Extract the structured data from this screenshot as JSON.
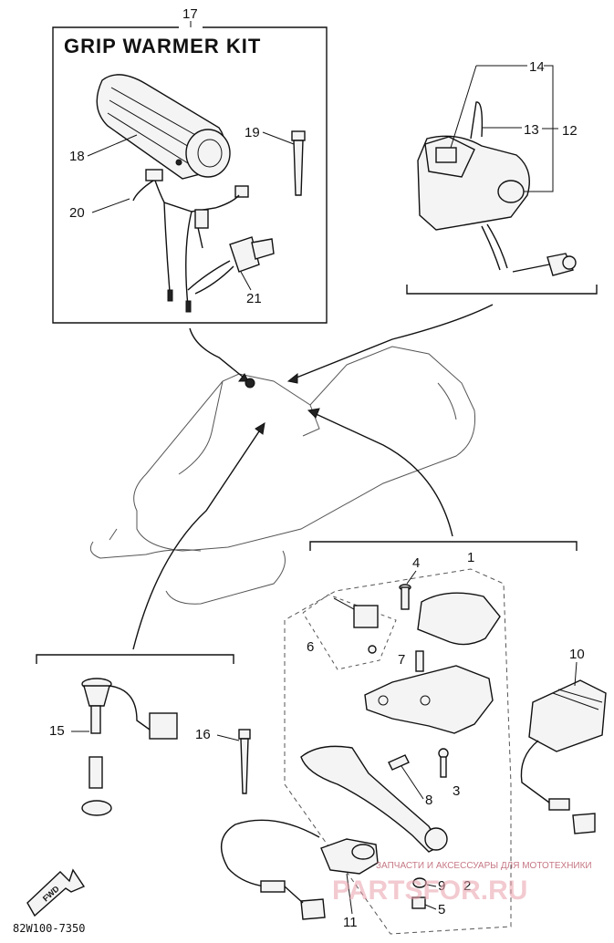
{
  "diagram": {
    "kit_title": "GRIP WARMER KIT",
    "drawing_code": "82W100-7350",
    "fwd_label": "FWD",
    "callouts": {
      "c1": "1",
      "c2": "2",
      "c3": "3",
      "c4": "4",
      "c5": "5",
      "c6": "6",
      "c7": "7",
      "c8": "8",
      "c9": "9",
      "c10": "10",
      "c11": "11",
      "c12": "12",
      "c13": "13",
      "c14": "14",
      "c15": "15",
      "c16": "16",
      "c17": "17",
      "c18": "18",
      "c19": "19",
      "c20": "20",
      "c21": "21"
    },
    "watermark": {
      "line1": "ЗАПЧАСТИ И АКСЕССУАРЫ ДЛЯ МОТОТЕХНИКИ",
      "line2": "PARTSFOR.RU"
    }
  }
}
